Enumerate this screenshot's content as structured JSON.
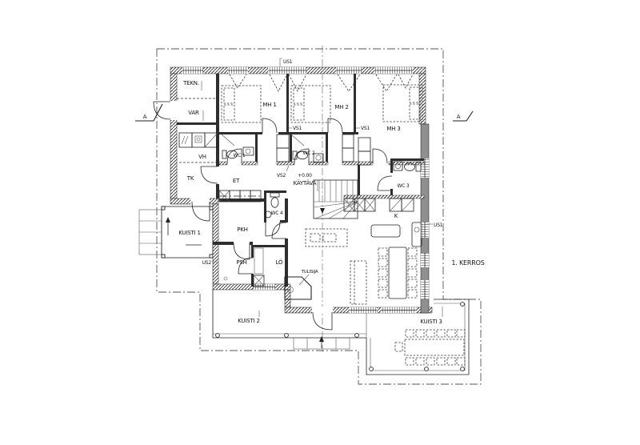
{
  "drawing": {
    "floor_label": "1. KERROS",
    "elevation_label": "+0.00"
  },
  "rooms": {
    "tekn": "TEKN.",
    "var": "VAR",
    "vh": "VH",
    "tk": "TK",
    "et": "ET",
    "mh1": "MH 1",
    "mh2": "MH 2",
    "mh3": "MH 3",
    "wc1": "WC 1",
    "wc2": "WC 2",
    "wc3": "WC 3",
    "wc4": "WC 4",
    "kaytava": "KÄYTÄVÄ",
    "pkh": "PKH",
    "psh": "PSH",
    "lo": "LÖ",
    "k": "K",
    "tulisija": "TULISIJA",
    "kuisti1": "KUISTI 1",
    "kuisti2": "KUISTI 2",
    "kuisti3": "KUISTI 3"
  },
  "wall_tags": {
    "us1_top": "US1",
    "us1_right": "US1",
    "us2": "US2",
    "vs1_left": "VS1",
    "vs1_right": "VS1",
    "vs2": "VS2"
  },
  "section_markers": {
    "left": "A",
    "right": "A"
  },
  "colors": {
    "ink": "#222222",
    "wall_gray": "#8f8f8f",
    "boundary": "#555555"
  }
}
